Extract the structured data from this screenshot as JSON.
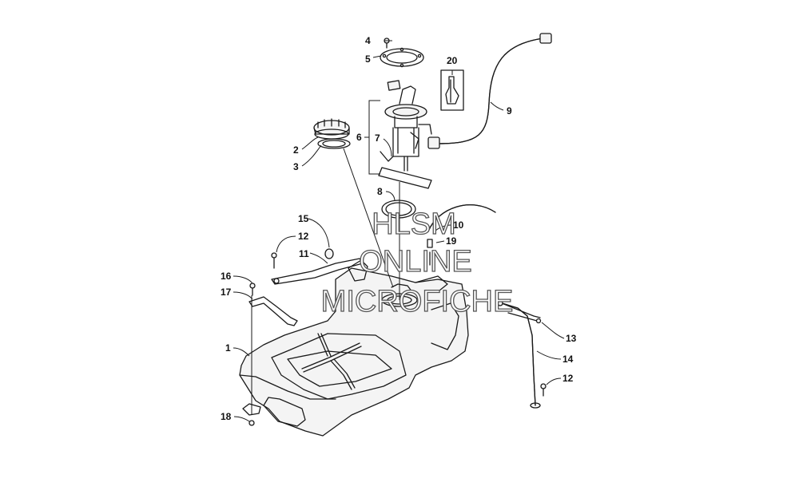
{
  "callouts": [
    {
      "id": "c1",
      "label": "1"
    },
    {
      "id": "c2",
      "label": "2"
    },
    {
      "id": "c3",
      "label": "3"
    },
    {
      "id": "c4",
      "label": "4"
    },
    {
      "id": "c5",
      "label": "5"
    },
    {
      "id": "c6",
      "label": "6"
    },
    {
      "id": "c7",
      "label": "7"
    },
    {
      "id": "c8",
      "label": "8"
    },
    {
      "id": "c9",
      "label": "9"
    },
    {
      "id": "c10",
      "label": "10"
    },
    {
      "id": "c11",
      "label": "11"
    },
    {
      "id": "c12a",
      "label": "12"
    },
    {
      "id": "c12b",
      "label": "12"
    },
    {
      "id": "c13",
      "label": "13"
    },
    {
      "id": "c14",
      "label": "14"
    },
    {
      "id": "c15",
      "label": "15"
    },
    {
      "id": "c16",
      "label": "16"
    },
    {
      "id": "c17",
      "label": "17"
    },
    {
      "id": "c18",
      "label": "18"
    },
    {
      "id": "c19",
      "label": "19"
    },
    {
      "id": "c20",
      "label": "20"
    }
  ],
  "watermark": {
    "line1": "HLSM",
    "line2": "ONLINE",
    "line3": "MICROFICHE"
  }
}
